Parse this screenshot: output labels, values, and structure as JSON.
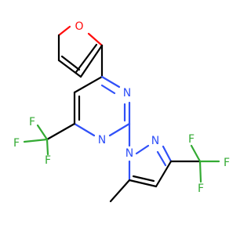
{
  "atom_labels": {
    "o1": "O",
    "n1": "N",
    "n3": "N",
    "pz_n1": "N",
    "pz_n2": "N",
    "f_left_1": "F",
    "f_left_2": "F",
    "f_left_3": "F",
    "f_right_1": "F",
    "f_right_2": "F",
    "f_right_3": "F"
  },
  "colors": {
    "carbon": "#000000",
    "nitrogen": "#3050F8",
    "oxygen": "#FF0D0D",
    "fluorine": "#33AA33",
    "background": "#FFFFFF"
  }
}
